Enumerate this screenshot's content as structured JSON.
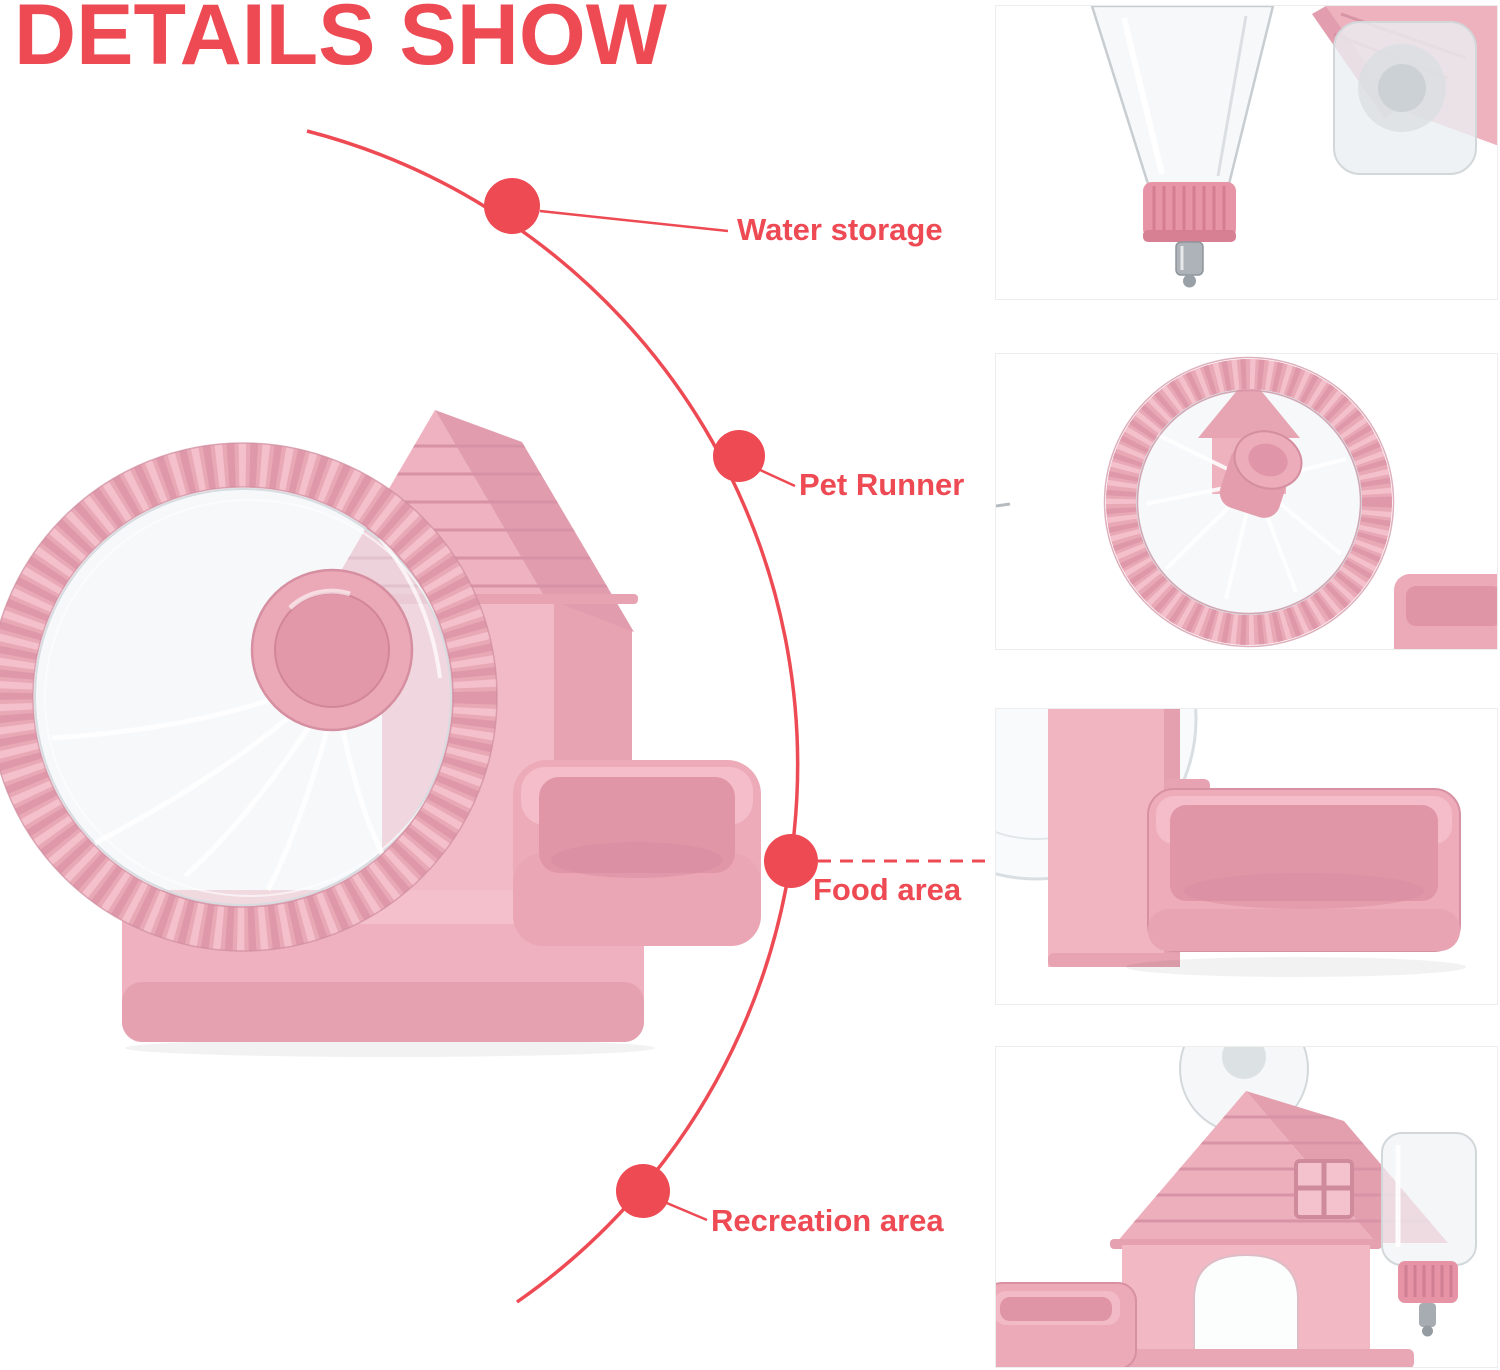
{
  "page": {
    "title": "DETAILS SHOW"
  },
  "colors": {
    "accent": "#ee4a54",
    "product_pink": "#f0b4c1",
    "product_pink_dark": "#e095a7",
    "bottle_clear": "#eef2f4",
    "metal": "#a3a9ae"
  },
  "callouts": [
    {
      "id": "water-storage",
      "label": "Water storage"
    },
    {
      "id": "pet-runner",
      "label": "Pet Runner"
    },
    {
      "id": "food-area",
      "label": "Food area"
    },
    {
      "id": "recreation-area",
      "label": "Recreation area"
    }
  ]
}
